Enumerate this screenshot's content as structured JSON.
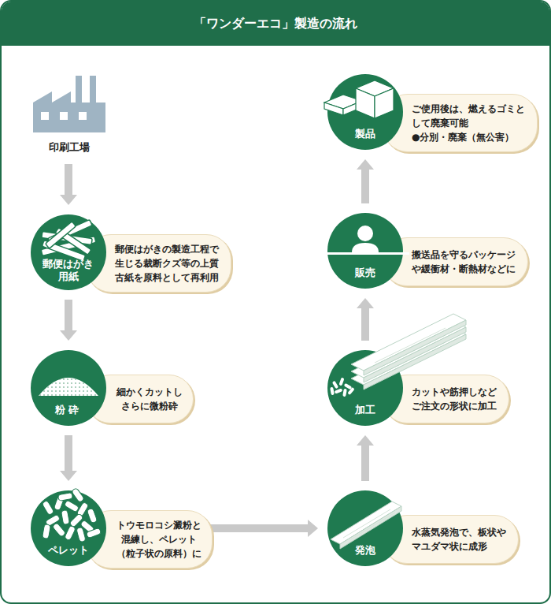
{
  "diagram": {
    "title": "「ワンダーエコ」製造の流れ",
    "nodes": [
      {
        "text": [
          "印刷工場"
        ]
      },
      {
        "text": [
          "郵便はがき用紙"
        ]
      },
      {
        "text": [
          "郵便はがきの製造工程で 生じる裁断クズ等の上質 古紙を原料として再利用"
        ]
      },
      {
        "text": [
          "粉砕"
        ]
      },
      {
        "text": [
          "細かくカットし さらに微粉砕"
        ]
      },
      {
        "text": [
          "ペレット"
        ]
      },
      {
        "text": [
          "トウモロコシ澱粉と 混練し、ペレット （粒子状の原料）に"
        ]
      },
      {
        "text": [
          "発泡"
        ]
      },
      {
        "text": [
          "水蒸気発泡で、板状や マユダマ状に成形"
        ]
      },
      {
        "text": [
          "加工"
        ]
      },
      {
        "text": [
          "カットや筋押しなど ご注文の形状に加工"
        ]
      },
      {
        "text": [
          "販売"
        ]
      },
      {
        "text": [
          "搬送品を守るパッケージ や緩衝材・断熱材などに"
        ]
      },
      {
        "text": [
          "製品"
        ]
      },
      {
        "text": [
          "ご使用後は、燃えるゴミと して廃棄可能",
          "●分別・廃棄（無公害）"
        ]
      }
    ],
    "edges": [
      {
        "from": 0,
        "to": 1,
        "arrow": "to"
      },
      {
        "from": 1,
        "to": 3,
        "arrow": "to"
      },
      {
        "from": 3,
        "to": 5,
        "arrow": "to"
      },
      {
        "from": 5,
        "to": 7,
        "arrow": "to"
      },
      {
        "from": 7,
        "to": 9,
        "arrow": "to"
      },
      {
        "from": 9,
        "to": 11,
        "arrow": "to"
      },
      {
        "from": 11,
        "to": 13,
        "arrow": "to"
      }
    ]
  }
}
